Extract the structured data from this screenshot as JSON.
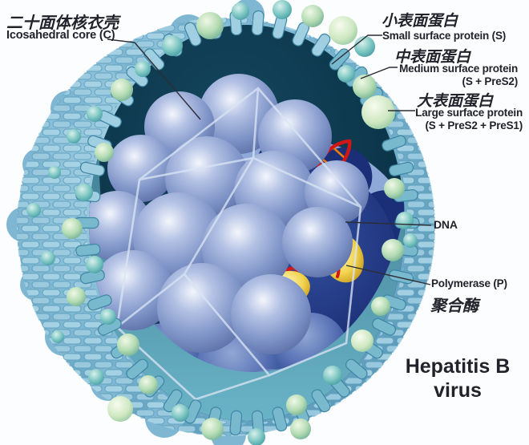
{
  "diagram": {
    "title_line1": "Hepatitis B",
    "title_line2": "virus",
    "labels": {
      "icosahedral_zh": "二十面体核衣壳",
      "icosahedral_en": "Icosahedral core (C)",
      "small_zh": "小表面蛋白",
      "small_en": "Small surface protein (S)",
      "medium_zh": "中表面蛋白",
      "medium_en": "Medium surface protein",
      "medium_en2": "(S + PreS2)",
      "large_zh": "大表面蛋白",
      "large_en": "Large surface protein",
      "large_en2": "(S + PreS2 + PreS1)",
      "dna_en": "DNA",
      "polymerase_en": "Polymerase (P)",
      "polymerase_zh": "聚合酶"
    },
    "colors": {
      "background": "#fbfdfe",
      "text": "#22222b",
      "envelope_teal": "#7fb9d4",
      "interior_dark": "#0c3a51",
      "capsid_blue": "#8da4d2",
      "core_navy": "#1b2e78",
      "dna_red": "#d21616",
      "dna_rung_orange": "#ef7d05",
      "polymerase_yellow": "#f2d452",
      "surface_protein_green": "#a8d4ae",
      "leader_line": "#2d2d36"
    }
  }
}
